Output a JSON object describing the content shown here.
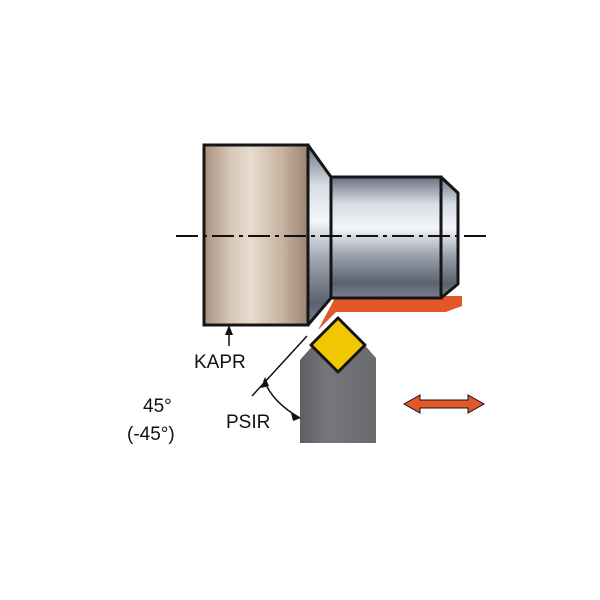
{
  "labels": {
    "kapr": "KAPR",
    "psir": "PSIR",
    "angle_main": "45°",
    "angle_alt": "(-45°)"
  },
  "icons": {
    "feed_direction": "double-arrow-icon"
  },
  "colors": {
    "shank": "#6e6e72",
    "insert": "#f2c600",
    "insert_outline": "#151515",
    "machined_surface": "#e2562a",
    "arrow": "#e2562a",
    "centerline": "#111111"
  }
}
